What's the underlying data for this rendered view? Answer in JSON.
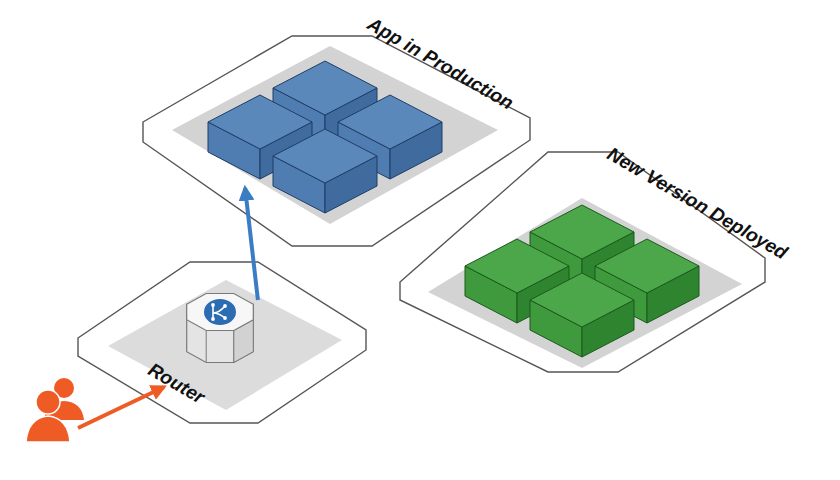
{
  "diagram": {
    "nodes": [
      {
        "text": [
          "App in Production"
        ]
      },
      {
        "text": [
          "New Version Deployed"
        ]
      },
      {
        "text": [
          "Router"
        ]
      }
    ],
    "edges": [
      {
        "from": 2,
        "to": 0,
        "arrow": "to"
      }
    ]
  }
}
